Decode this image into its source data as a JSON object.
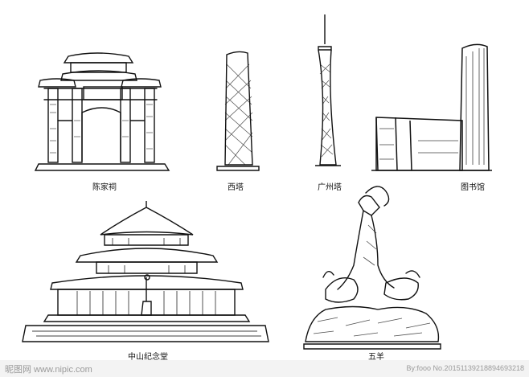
{
  "landmarks": [
    {
      "id": "chen-clan-hall",
      "caption": "陈家祠"
    },
    {
      "id": "west-tower",
      "caption": "西塔"
    },
    {
      "id": "canton-tower",
      "caption": "广州塔"
    },
    {
      "id": "library",
      "caption": "图书馆"
    },
    {
      "id": "sun-yat-sen-memorial-hall",
      "caption": "中山纪念堂"
    },
    {
      "id": "five-rams",
      "caption": "五羊"
    }
  ],
  "watermark": {
    "site": "昵图网 www.nipic.com",
    "credit": "By:fooo No.20151139218894693218"
  },
  "colors": {
    "ink": "#111111",
    "watermark": "#9a9a9a",
    "background": "#ffffff"
  }
}
